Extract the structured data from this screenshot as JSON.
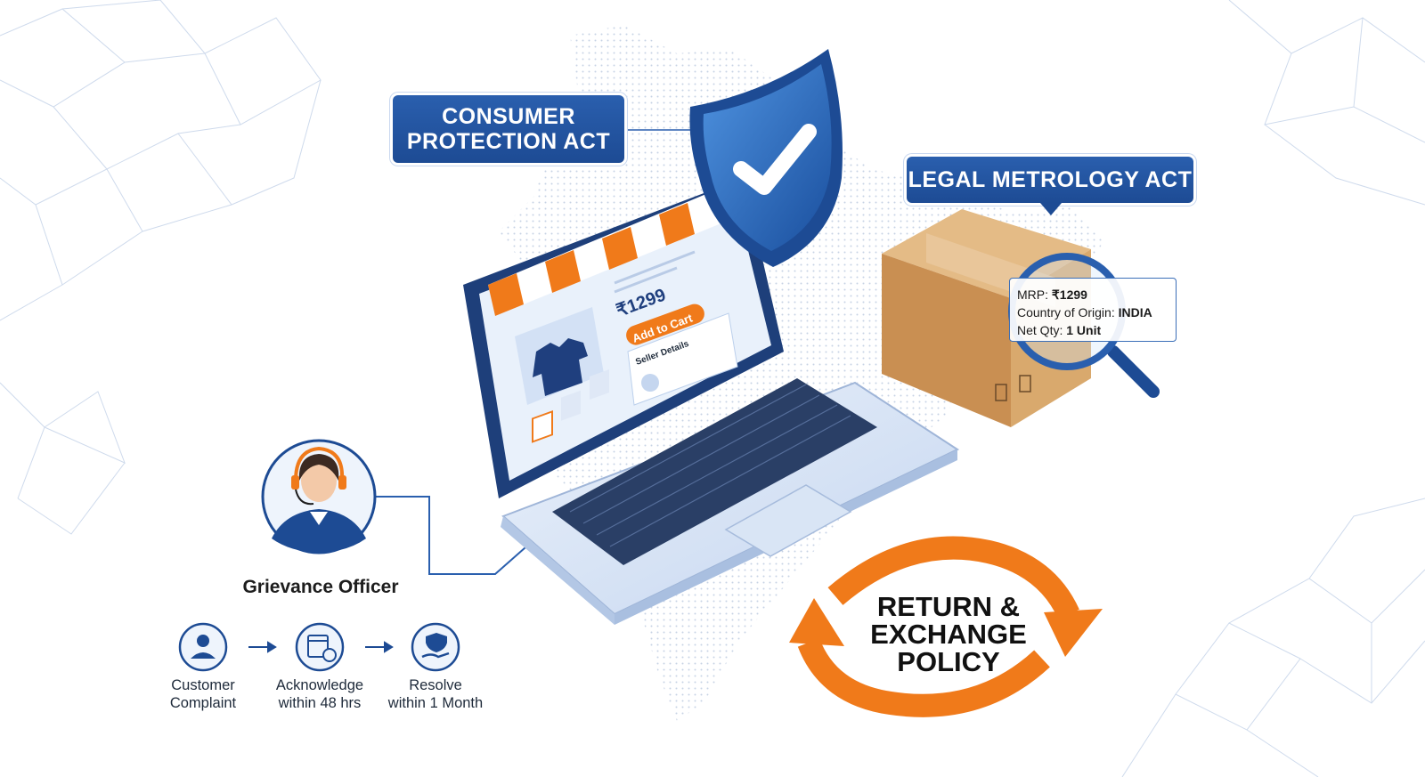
{
  "labels": {
    "consumer_protection_line1": "CONSUMER",
    "consumer_protection_line2": "PROTECTION ACT",
    "legal_metrology": "LEGAL METROLOGY ACT",
    "return_line1": "RETURN &",
    "return_line2": "EXCHANGE",
    "return_line3": "POLICY",
    "grievance_officer": "Grievance Officer"
  },
  "product_label": {
    "mrp_key": "MRP: ",
    "mrp_value": "₹1299",
    "origin_key": "Country of Origin: ",
    "origin_value": "INDIA",
    "qty_key": "Net Qty: ",
    "qty_value": "1 Unit"
  },
  "screen": {
    "price": "₹1299",
    "add_to_cart": "Add to Cart",
    "seller_details": "Seller Details"
  },
  "steps": [
    {
      "line1": "Customer",
      "line2": "Complaint",
      "icon": "user-icon"
    },
    {
      "line1": "Acknowledge",
      "line2": "within 48 hrs",
      "icon": "calendar-clock-icon"
    },
    {
      "line1": "Resolve",
      "line2": "within 1 Month",
      "icon": "hand-check-icon"
    }
  ],
  "colors": {
    "blue": "#1d4b94",
    "orange": "#f07a1a",
    "box": "#d2a26a"
  }
}
